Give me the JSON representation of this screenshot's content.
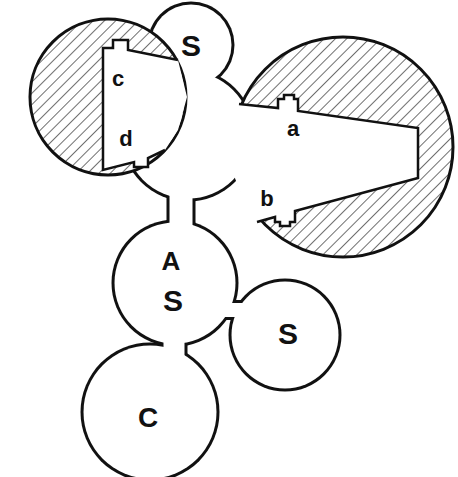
{
  "diagram": {
    "nodes": [
      {
        "text": [
          "S"
        ]
      },
      {
        "text": [
          "c",
          "d"
        ]
      },
      {
        "text": [
          "a",
          "b"
        ]
      },
      {
        "text": [
          "A",
          "S"
        ]
      },
      {
        "text": [
          "S"
        ]
      },
      {
        "text": [
          "C"
        ]
      }
    ]
  }
}
